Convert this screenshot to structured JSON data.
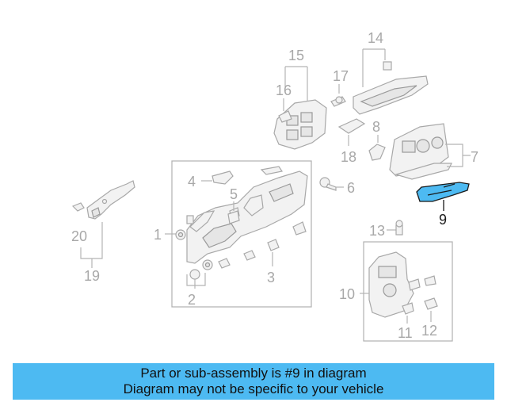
{
  "callouts": {
    "c1": "1",
    "c2": "2",
    "c3": "3",
    "c4": "4",
    "c5": "5",
    "c6": "6",
    "c7": "7",
    "c8": "8",
    "c9": "9",
    "c10": "10",
    "c11": "11",
    "c12": "12",
    "c13": "13",
    "c14": "14",
    "c15": "15",
    "c16": "16",
    "c17": "17",
    "c18": "18",
    "c19": "19",
    "c20": "20"
  },
  "highlight": {
    "part": "9",
    "color": "#4dbaf2"
  },
  "banner": {
    "line1": "Part or sub-assembly is #9 in diagram",
    "line2": "Diagram may not be specific to your vehicle",
    "background": "#4dbaf2"
  }
}
